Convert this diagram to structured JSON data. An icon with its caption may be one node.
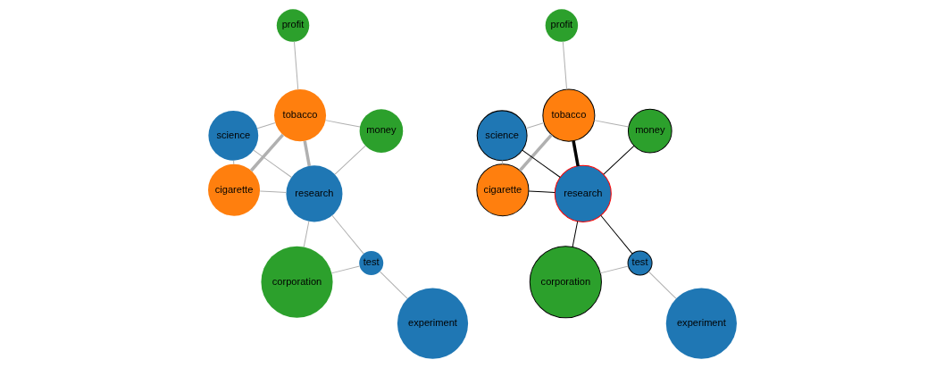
{
  "diagram": {
    "nodes": [
      {
        "text": [
          "cigarette"
        ]
      },
      {
        "text": [
          "science"
        ]
      },
      {
        "text": [
          "tobacco"
        ]
      },
      {
        "text": [
          "profit"
        ]
      },
      {
        "text": [
          "research"
        ]
      },
      {
        "text": [
          "money"
        ]
      },
      {
        "text": [
          "experiment"
        ]
      },
      {
        "text": [
          "test"
        ]
      },
      {
        "text": [
          "corporation"
        ]
      },
      {
        "text": [
          "cigarette"
        ]
      },
      {
        "text": [
          "science"
        ]
      },
      {
        "text": [
          "tobacco"
        ]
      },
      {
        "text": [
          "profit"
        ]
      },
      {
        "text": [
          "research"
        ]
      },
      {
        "text": [
          "money"
        ]
      },
      {
        "text": [
          "experiment"
        ]
      },
      {
        "text": [
          "test"
        ]
      },
      {
        "text": [
          "corporation"
        ]
      }
    ],
    "edges": [
      {
        "from": 0,
        "to": 1,
        "arrow": "none"
      },
      {
        "from": 0,
        "to": 2,
        "arrow": "none",
        "style": "thick"
      },
      {
        "from": 0,
        "to": 4,
        "arrow": "none"
      },
      {
        "from": 1,
        "to": 2,
        "arrow": "none"
      },
      {
        "from": 1,
        "to": 4,
        "arrow": "none"
      },
      {
        "from": 2,
        "to": 3,
        "arrow": "none"
      },
      {
        "from": 2,
        "to": 4,
        "arrow": "none",
        "style": "thick"
      },
      {
        "from": 2,
        "to": 5,
        "arrow": "none"
      },
      {
        "from": 4,
        "to": 5,
        "arrow": "none"
      },
      {
        "from": 4,
        "to": 7,
        "arrow": "none"
      },
      {
        "from": 4,
        "to": 8,
        "arrow": "none"
      },
      {
        "from": 6,
        "to": 7,
        "arrow": "none"
      },
      {
        "from": 7,
        "to": 8,
        "arrow": "none"
      },
      {
        "from": 9,
        "to": 10,
        "arrow": "none"
      },
      {
        "from": 9,
        "to": 11,
        "arrow": "none",
        "style": "thick"
      },
      {
        "from": 9,
        "to": 13,
        "arrow": "none",
        "color": "#000000"
      },
      {
        "from": 10,
        "to": 11,
        "arrow": "none"
      },
      {
        "from": 10,
        "to": 13,
        "arrow": "none",
        "color": "#000000"
      },
      {
        "from": 11,
        "to": 12,
        "arrow": "none"
      },
      {
        "from": 11,
        "to": 13,
        "arrow": "none",
        "style": "thick",
        "color": "#000000"
      },
      {
        "from": 11,
        "to": 14,
        "arrow": "none"
      },
      {
        "from": 13,
        "to": 14,
        "arrow": "none",
        "color": "#000000"
      },
      {
        "from": 13,
        "to": 16,
        "arrow": "none",
        "color": "#000000"
      },
      {
        "from": 13,
        "to": 17,
        "arrow": "none",
        "color": "#000000"
      },
      {
        "from": 15,
        "to": 16,
        "arrow": "none"
      },
      {
        "from": 16,
        "to": 17,
        "arrow": "none"
      }
    ]
  }
}
